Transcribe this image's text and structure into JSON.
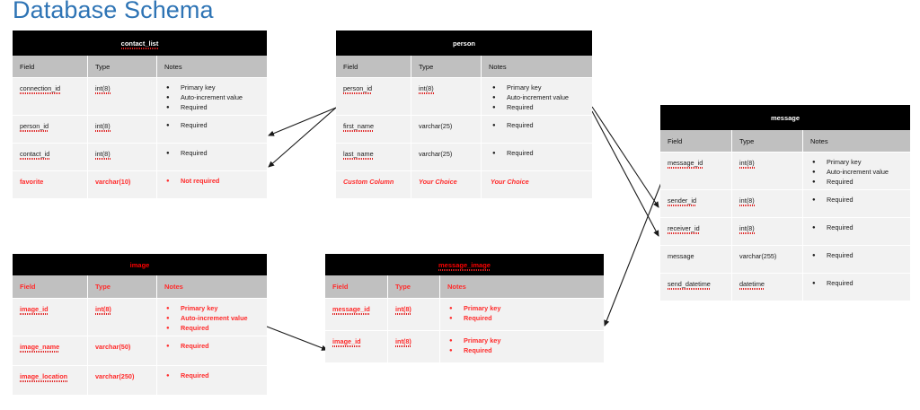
{
  "page": {
    "title": "Database Schema",
    "title_color": "#2E74B5"
  },
  "colors": {
    "header_black": "#000000",
    "col_header_gray": "#C0C0C0",
    "row_bg": "#F2F2F2",
    "red": "#FF2B2B",
    "text": "#1a1a1a"
  },
  "column_headers": {
    "field": "Field",
    "type": "Type",
    "notes": "Notes"
  },
  "tables": {
    "contact_list": {
      "name": "contact_list",
      "style": "normal",
      "rows": [
        {
          "field": "connection_id",
          "field_underline": true,
          "type": "int(8)",
          "type_underline": true,
          "notes": [
            "Primary key",
            "Auto-increment value",
            "Required"
          ],
          "style": "normal"
        },
        {
          "field": "person_id",
          "field_underline": true,
          "type": "int(8)",
          "type_underline": true,
          "notes": [
            "Required"
          ],
          "style": "normal"
        },
        {
          "field": "contact_id",
          "field_underline": true,
          "type": "int(8)",
          "type_underline": true,
          "notes": [
            "Required"
          ],
          "style": "normal"
        },
        {
          "field": "favorite",
          "field_underline": false,
          "type": "varchar(10)",
          "type_underline": false,
          "notes": [
            "Not required"
          ],
          "style": "red"
        }
      ]
    },
    "person": {
      "name": "person",
      "style": "normal",
      "rows": [
        {
          "field": "person_id",
          "field_underline": true,
          "type": "int(8)",
          "type_underline": true,
          "notes": [
            "Primary key",
            "Auto-increment value",
            "Required"
          ],
          "style": "normal"
        },
        {
          "field": "first_name",
          "field_underline": true,
          "type": "varchar(25)",
          "type_underline": false,
          "notes": [
            "Required"
          ],
          "style": "normal"
        },
        {
          "field": "last_name",
          "field_underline": true,
          "type": "varchar(25)",
          "type_underline": false,
          "notes": [
            "Required"
          ],
          "style": "normal"
        },
        {
          "field": "Custom Column",
          "field_underline": false,
          "type": "Your Choice",
          "type_underline": false,
          "notes": [
            "Your Choice"
          ],
          "notes_nobullet": true,
          "style": "red-italic"
        }
      ]
    },
    "message": {
      "name": "message",
      "style": "normal",
      "rows": [
        {
          "field": "message_id",
          "field_underline": true,
          "type": "int(8)",
          "type_underline": true,
          "notes": [
            "Primary key",
            "Auto-increment value",
            "Required"
          ],
          "style": "normal"
        },
        {
          "field": "sender_id",
          "field_underline": true,
          "type": "int(8)",
          "type_underline": true,
          "notes": [
            "Required"
          ],
          "style": "normal"
        },
        {
          "field": "receiver_id",
          "field_underline": true,
          "type": "int(8)",
          "type_underline": true,
          "notes": [
            "Required"
          ],
          "style": "normal"
        },
        {
          "field": "message",
          "field_underline": false,
          "type": "varchar(255)",
          "type_underline": false,
          "notes": [
            "Required"
          ],
          "style": "normal"
        },
        {
          "field": "send_datetime",
          "field_underline": true,
          "type": "datetime",
          "type_underline": true,
          "notes": [
            "Required"
          ],
          "style": "normal"
        }
      ]
    },
    "image": {
      "name": "image",
      "style": "red",
      "rows": [
        {
          "field": "image_id",
          "field_underline": true,
          "type": "int(8)",
          "type_underline": true,
          "notes": [
            "Primary key",
            "Auto-increment value",
            "Required"
          ],
          "style": "red"
        },
        {
          "field": "image_name",
          "field_underline": true,
          "type": "varchar(50)",
          "type_underline": false,
          "notes": [
            "Required"
          ],
          "style": "red"
        },
        {
          "field": "image_location",
          "field_underline": true,
          "type": "varchar(250)",
          "type_underline": false,
          "notes": [
            "Required"
          ],
          "style": "red"
        }
      ]
    },
    "message_image": {
      "name": "message_image",
      "style": "red",
      "rows": [
        {
          "field": "message_id",
          "field_underline": true,
          "type": "int(8)",
          "type_underline": true,
          "notes": [
            "Primary key",
            "Required"
          ],
          "style": "red"
        },
        {
          "field": "image_id",
          "field_underline": true,
          "type": "int(8)",
          "type_underline": true,
          "notes": [
            "Primary key",
            "Required"
          ],
          "style": "red"
        }
      ]
    }
  },
  "relationships": [
    {
      "from": "person.person_id",
      "to": "contact_list.person_id"
    },
    {
      "from": "person.person_id",
      "to": "contact_list.contact_id"
    },
    {
      "from": "person.person_id",
      "to": "message.sender_id"
    },
    {
      "from": "person.person_id",
      "to": "message.receiver_id"
    },
    {
      "from": "message.message_id",
      "to": "message_image.message_id"
    },
    {
      "from": "image.image_id",
      "to": "message_image.image_id"
    }
  ]
}
